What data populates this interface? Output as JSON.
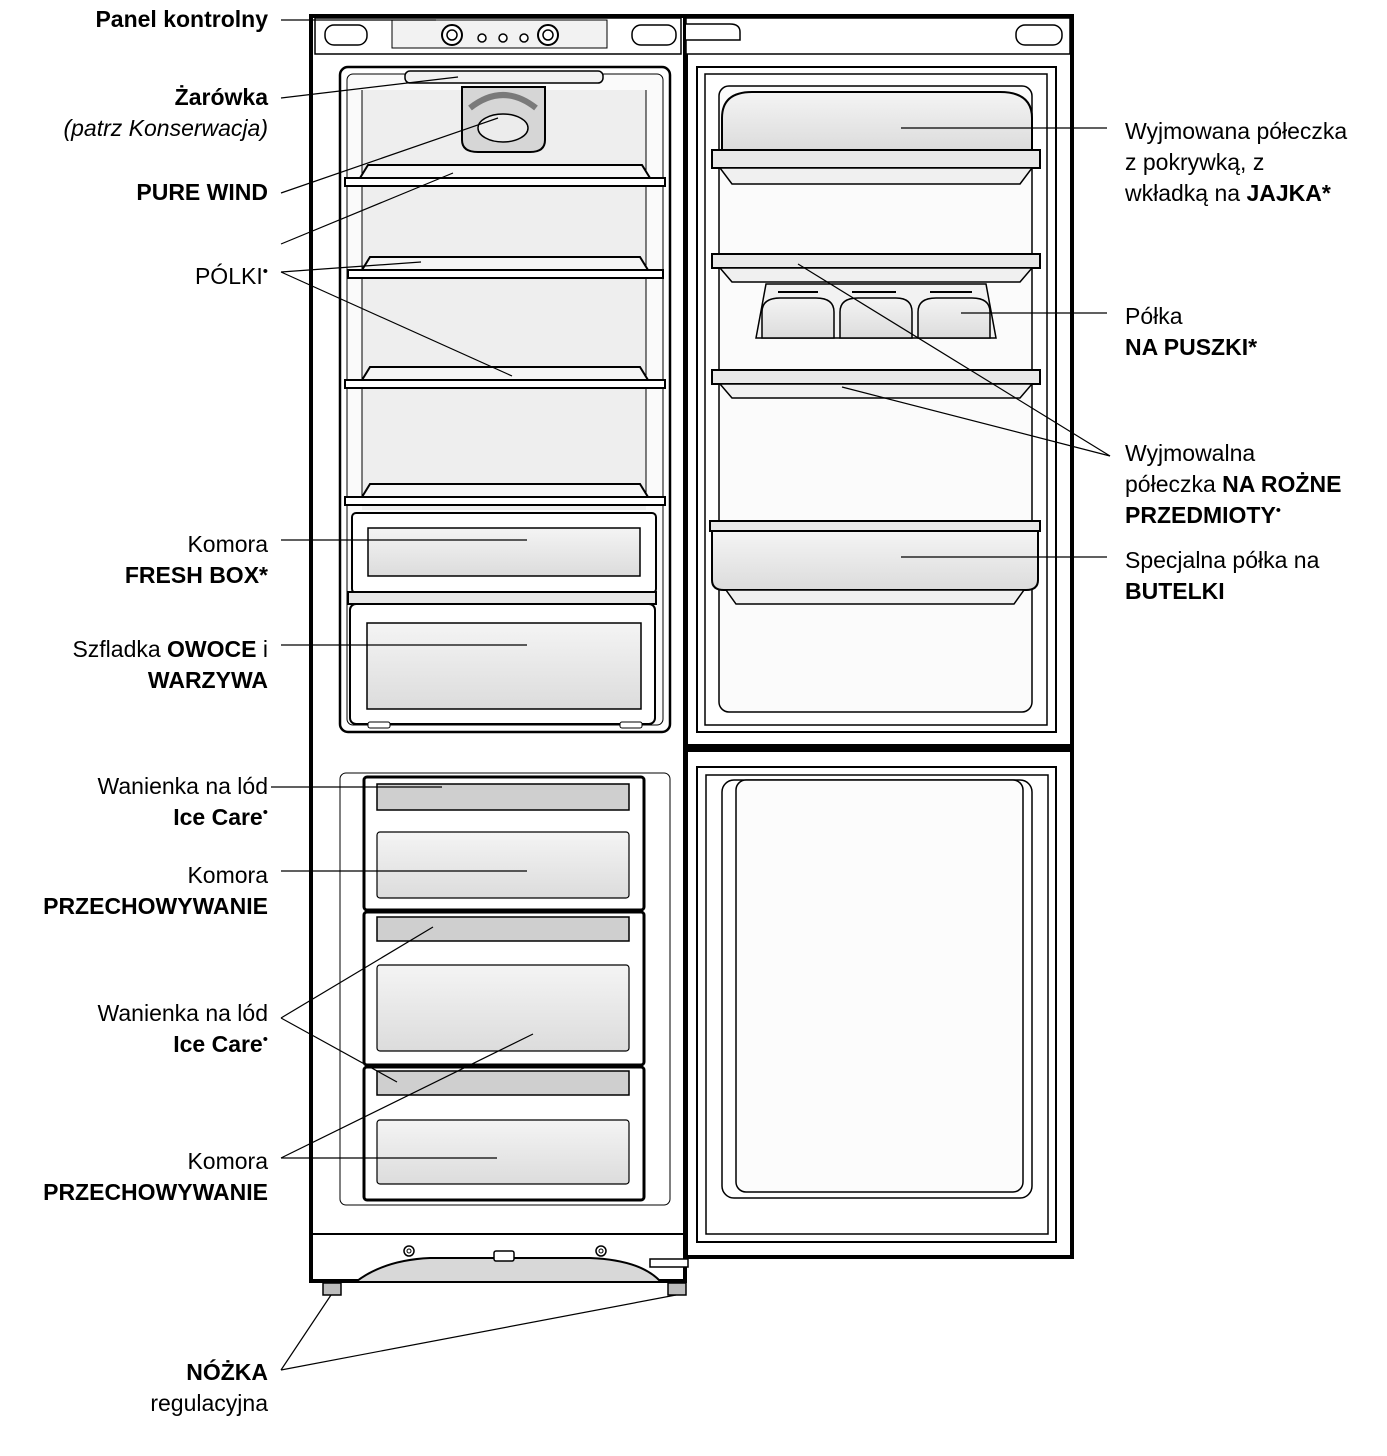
{
  "left_labels": {
    "panel": {
      "bold": "Panel kontrolny"
    },
    "bulb": {
      "bold": "Żarówka",
      "italic": "(patrz Konserwacja)"
    },
    "pure_wind": {
      "bold": "PURE WIND"
    },
    "shelves": {
      "text": "PÓLKI",
      "mark": "•"
    },
    "fresh_box": {
      "line1": "Komora",
      "bold": "FRESH BOX",
      "mark": "*"
    },
    "fruit_drawer": {
      "pre": "Szfladka ",
      "bold1": "OWOCE",
      "mid": " i",
      "bold2": "WARZYWA"
    },
    "ice_tray_1": {
      "line1": "Wanienka na lód",
      "bold": "Ice Care",
      "mark": "•"
    },
    "storage_1": {
      "line1": "Komora",
      "bold": "PRZECHOWYWANIE"
    },
    "ice_tray_2": {
      "line1": "Wanienka na lód",
      "bold": "Ice Care",
      "mark": "•"
    },
    "storage_2": {
      "line1": "Komora",
      "bold": "PRZECHOWYWANIE"
    },
    "foot": {
      "bold": "NÓŻKA",
      "line2": "regulacyjna"
    }
  },
  "right_labels": {
    "egg_shelf": {
      "line1": "Wyjmowana półeczka",
      "line2": "z pokrywką, z",
      "line3_pre": "wkładką na ",
      "bold": "JAJKA",
      "mark": "*"
    },
    "can_shelf": {
      "line1": "Półka",
      "bold": "NA PUSZKI",
      "mark": "*"
    },
    "misc_shelf": {
      "line1": "Wyjmowalna",
      "line2_pre": "półeczka ",
      "bold1": "NA ROŻNE",
      "bold2": "PRZEDMIOTY",
      "mark": "•"
    },
    "bottle_shelf": {
      "line1": "Specjalna półka na",
      "bold": "BUTELKI"
    }
  }
}
